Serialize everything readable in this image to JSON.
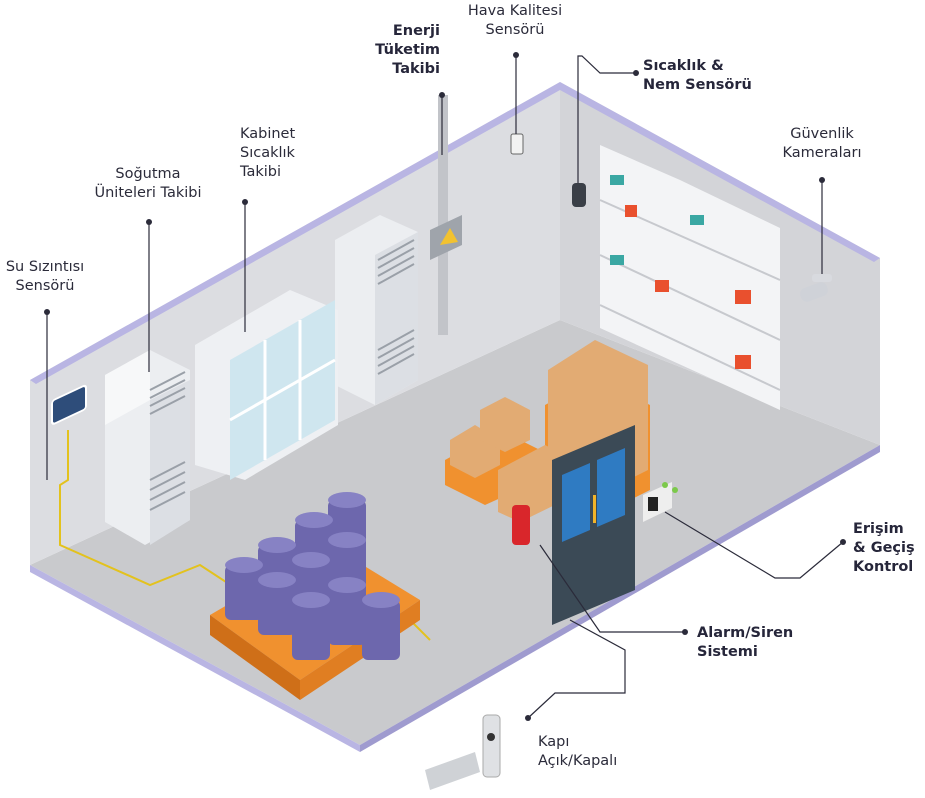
{
  "labels": {
    "su_sizintisi": "Su Sızıntısı\nSensörü",
    "sogutma": "Soğutma\nÜniteleri Takibi",
    "kabinet": "Kabinet\nSıcaklık\nTakibi",
    "enerji": "Enerji\nTüketim\nTakibi",
    "hava_kalitesi": "Hava Kalitesi\nSensörü",
    "sicaklik_nem": "Sıcaklık &\nNem Sensörü",
    "guvenlik": "Güvenlik\nKameraları",
    "erisim": "Erişim\n& Geçiş\nKontrol",
    "alarm": "Alarm/Siren\nSistemi",
    "kapi": "Kapı\nAçık/Kapalı"
  },
  "colors": {
    "floor": "#c9cacd",
    "wall_left": "#dcdde1",
    "wall_right": "#d3d4d8",
    "wall_top": "#b9b5e3",
    "barrel": "#6d67ad",
    "pallet": "#f0912f",
    "box": "#e2ab73",
    "door": "#3b4a56",
    "glass": "#2f7bc2",
    "alarm": "#d9262b",
    "leak_cable": "#e3c21d",
    "line": "#2b2b3a"
  }
}
